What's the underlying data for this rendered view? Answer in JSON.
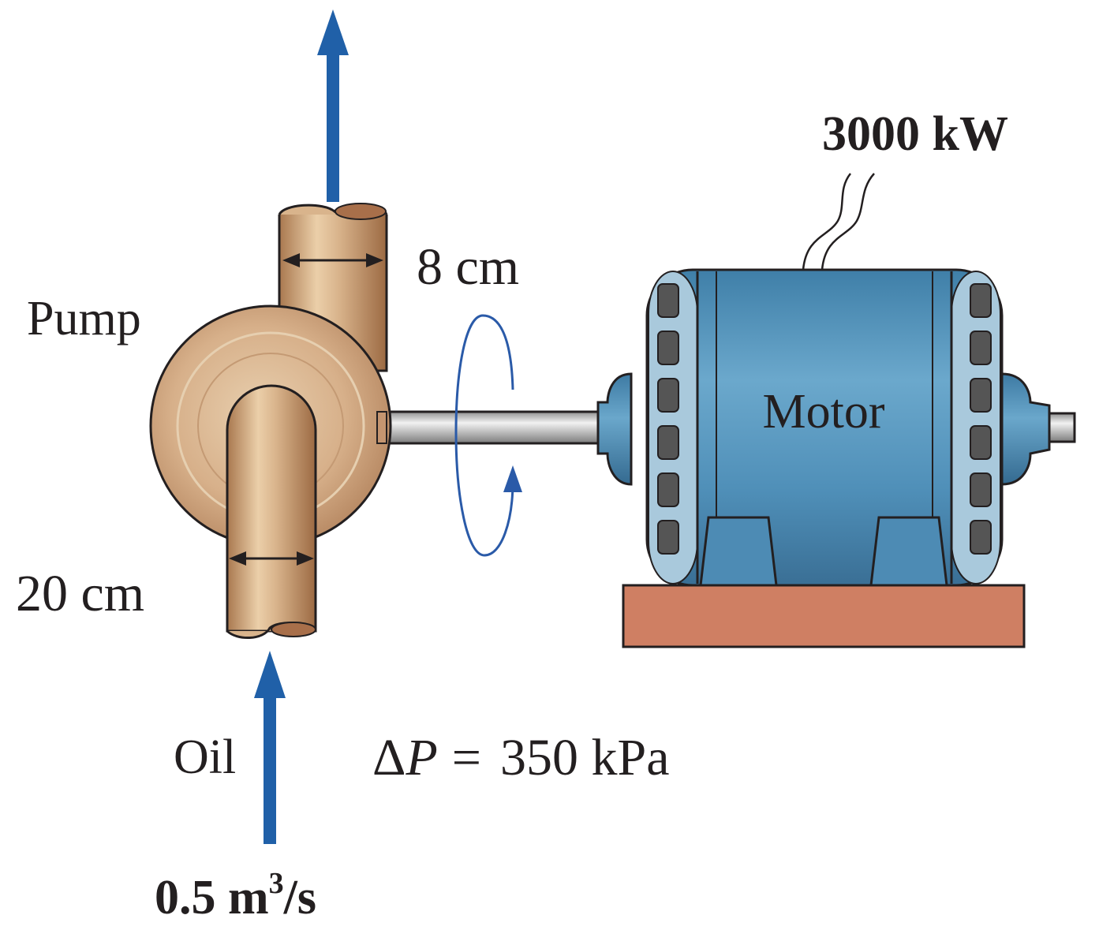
{
  "labels": {
    "power": "3000 kW",
    "outlet_diameter": "8 cm",
    "pump": "Pump",
    "motor": "Motor",
    "inlet_diameter": "20 cm",
    "fluid": "Oil",
    "delta_symbol": "Δ",
    "pressure_var": "P",
    "pressure_eq": "=",
    "pressure_value": "350 kPa",
    "flow_value": "0.5 m",
    "flow_exp": "3",
    "flow_unit": "/s"
  },
  "colors": {
    "flow_arrow": "#2060a8",
    "rotation_arrow": "#2a5aa8",
    "pipe": "#c7996f",
    "motor_body": "#4f8fb8",
    "base": "#cf7f63",
    "shaft": "#c9c9c9"
  }
}
